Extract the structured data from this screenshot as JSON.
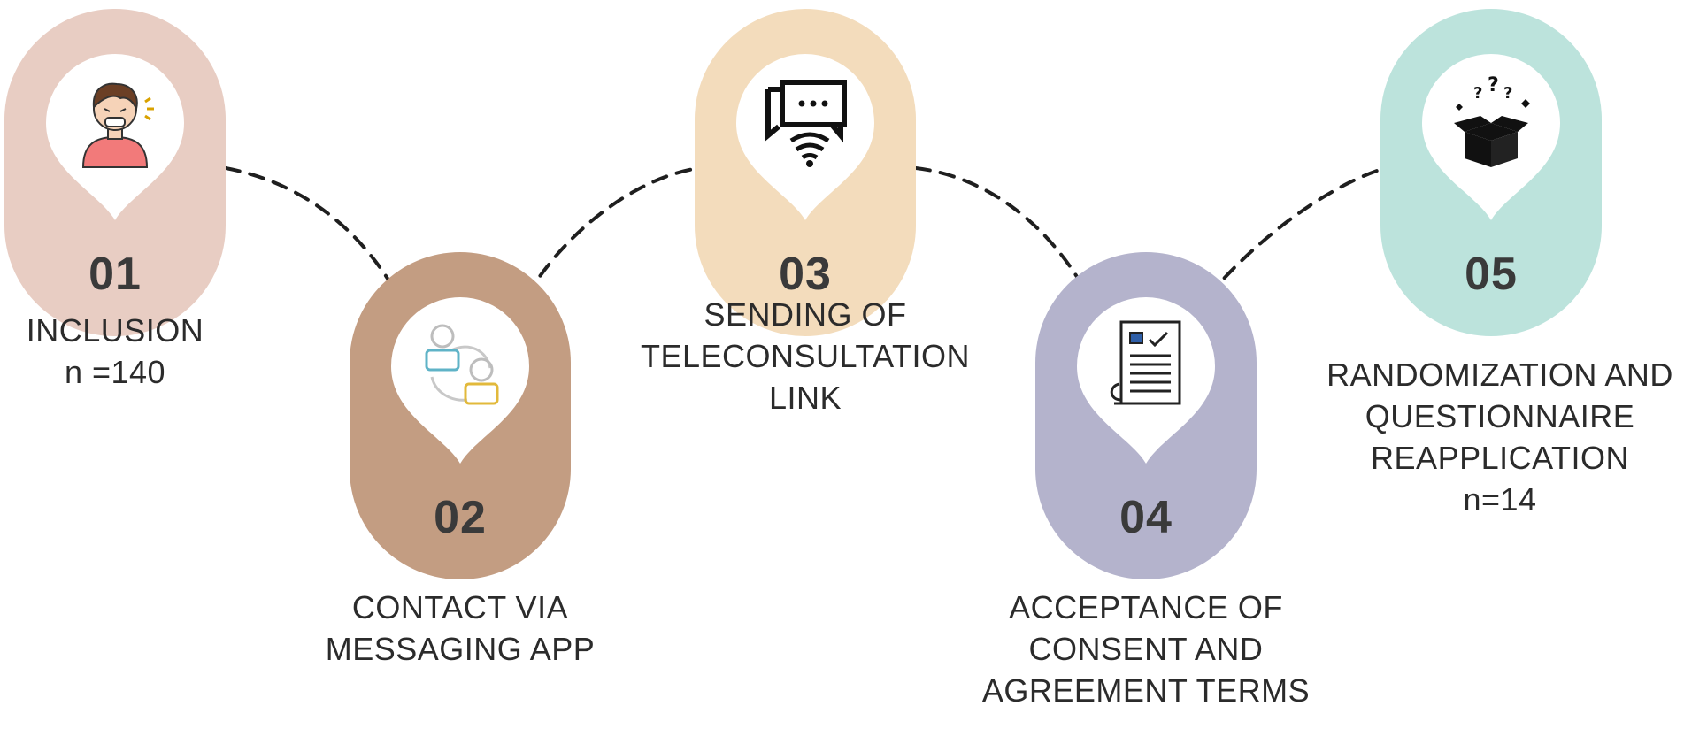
{
  "steps": [
    {
      "number": "01",
      "color": "#e8cdc3",
      "icon": "person-sneezing-icon",
      "label_lines": [
        "INCLUSION",
        "n =140"
      ]
    },
    {
      "number": "02",
      "color": "#c39d82",
      "icon": "contacts-exchange-icon",
      "label_lines": [
        "CONTACT VIA",
        "MESSAGING APP"
      ]
    },
    {
      "number": "03",
      "color": "#f3dcbc",
      "icon": "chat-wifi-icon",
      "label_lines": [
        "SENDING OF",
        "TELECONSULTATION",
        "LINK"
      ]
    },
    {
      "number": "04",
      "color": "#b4b3cc",
      "icon": "consent-document-icon",
      "label_lines": [
        "ACCEPTANCE OF",
        "CONSENT AND",
        "AGREEMENT TERMS"
      ]
    },
    {
      "number": "05",
      "color": "#bce3dc",
      "icon": "mystery-box-icon",
      "label_lines": [
        "RANDOMIZATION AND",
        "QUESTIONNAIRE",
        "REAPPLICATION",
        "n=14"
      ]
    }
  ]
}
